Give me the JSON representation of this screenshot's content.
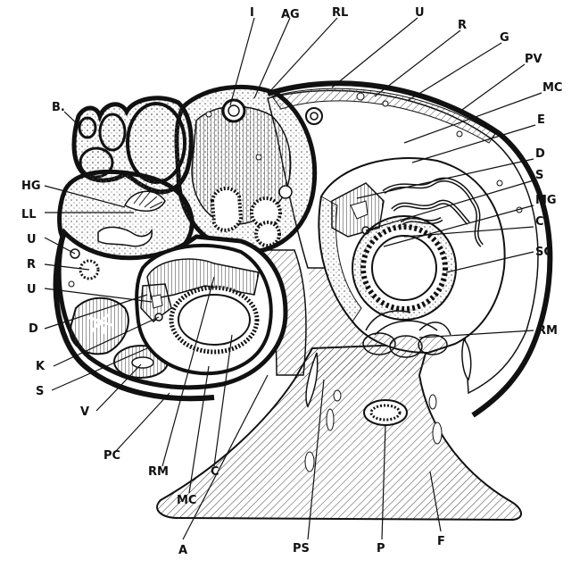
{
  "labels": {
    "I": "I",
    "AG": "AG",
    "RL": "RL",
    "U_top": "U",
    "R_top": "R",
    "G": "G",
    "PV": "PV",
    "MC_right": "MC",
    "E": "E",
    "D_right": "D",
    "S_right": "S",
    "MG": "MG",
    "C_right": "C",
    "SG": "SG",
    "RM_right": "RM",
    "B": "B.",
    "HG": "HG",
    "LL": "LL",
    "U_left1": "U",
    "R_left": "R",
    "U_left2": "U",
    "D_left": "D",
    "K": "K",
    "S_left": "S",
    "V": "V",
    "PC": "PC",
    "RM_bottom": "RM",
    "C_bottom": "C",
    "MC_bottom": "MC",
    "A": "A",
    "PS": "PS",
    "P": "P",
    "F": "F"
  },
  "colors": {
    "ink": "#111111",
    "paper": "#ffffff",
    "hatch": "#444444",
    "stipple": "#888888"
  }
}
